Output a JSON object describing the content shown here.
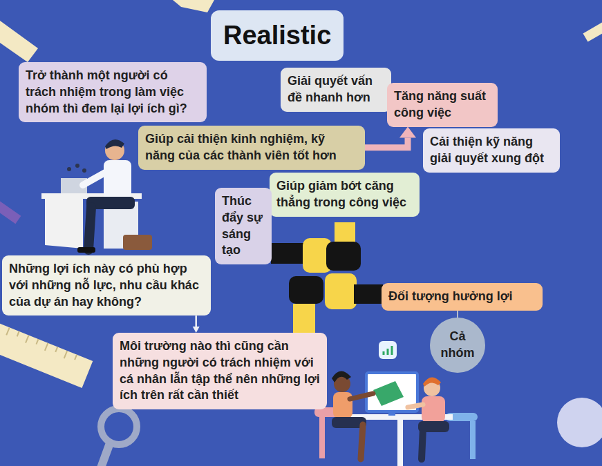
{
  "diagram": {
    "title": "Realistic",
    "nodes": [
      {
        "text": [
          "Trở thành một người có trách nhiệm trong làm việc nhóm thì đem lại lợi ích gì?"
        ]
      },
      {
        "text": [
          "Giải quyết vấn đề nhanh hơn"
        ]
      },
      {
        "text": [
          "Tăng năng suất công việc"
        ]
      },
      {
        "text": [
          "Giúp cải thiện kinh nghiệm, kỹ năng của các thành viên tốt hơn"
        ]
      },
      {
        "text": [
          "Cải thiện kỹ năng giải quyết xung đột"
        ]
      },
      {
        "text": [
          "Giúp giảm bớt căng thẳng trong công việc"
        ]
      },
      {
        "text": [
          "Thúc đẩy sự sáng tạo"
        ]
      },
      {
        "text": [
          "Những lợi ích này có phù hợp với những nỗ lực, nhu cầu khác của dự án hay không?"
        ]
      },
      {
        "text": [
          "Đối tượng hưởng lợi"
        ]
      },
      {
        "text": [
          "Cả nhóm"
        ]
      },
      {
        "text": [
          "Môi trường nào thì cũng cần những người có trách nhiệm với cá nhân lẫn tập thể nên những lợi ích trên rất cần thiết"
        ]
      }
    ],
    "edges": [
      {
        "from": 3,
        "to": 2,
        "arrow": "to"
      },
      {
        "from": 7,
        "to": 10,
        "arrow": "to"
      },
      {
        "from": 8,
        "to": 9,
        "arrow": "none"
      }
    ]
  }
}
